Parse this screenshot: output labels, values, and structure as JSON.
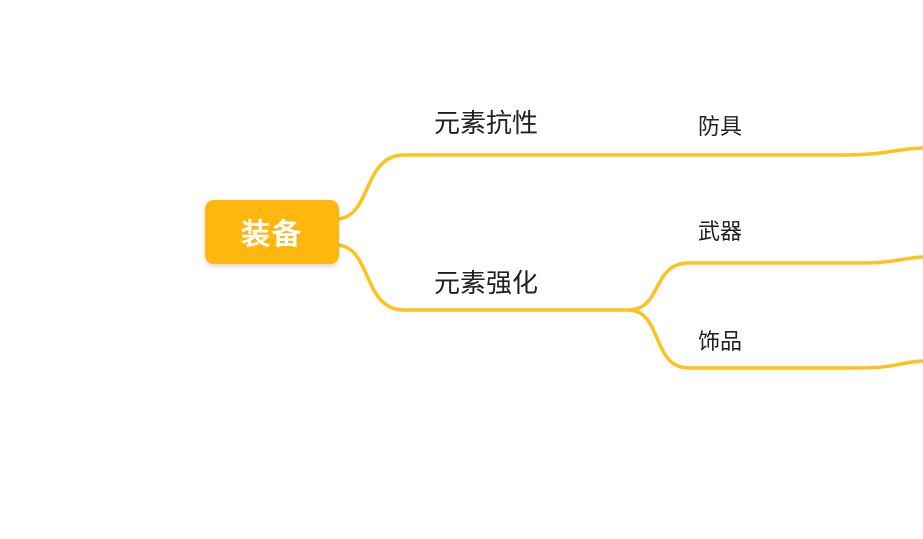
{
  "mindmap": {
    "root": {
      "label": "装备"
    },
    "branches": [
      {
        "label": "元素抗性",
        "children": [
          {
            "label": "防具"
          }
        ]
      },
      {
        "label": "元素强化",
        "children": [
          {
            "label": "武器"
          },
          {
            "label": "饰品"
          }
        ]
      }
    ]
  },
  "colors": {
    "branch_line": "#FFC11E",
    "root_fill": "#FFB60D",
    "root_text": "#FFFFFF",
    "label_text": "#212121",
    "background": "#FFFFFF"
  }
}
